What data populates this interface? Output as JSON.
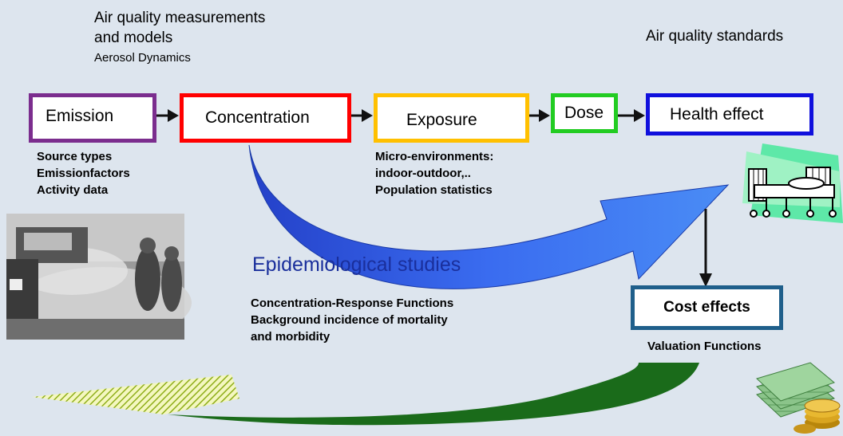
{
  "header": {
    "measurements_line1": "Air quality measurements",
    "measurements_line2": "and models",
    "aerosol": "Aerosol Dynamics",
    "standards": "Air quality standards"
  },
  "chain": {
    "emission": "Emission",
    "concentration": "Concentration",
    "exposure": "Exposure",
    "dose": "Dose",
    "health": "Health effect"
  },
  "notes": {
    "source_types": "Source types",
    "emission_factors": "Emissionfactors",
    "activity_data": "Activity data",
    "micro_env": "Micro-environments:",
    "indoor_outdoor": "indoor-outdoor,..",
    "population": "Population statistics"
  },
  "epi": {
    "title": "Epidemiological studies",
    "line1": "Concentration-Response Functions",
    "line2": "Background incidence of  mortality",
    "line3": "and morbidity"
  },
  "cost": {
    "label": "Cost effects",
    "valuation": "Valuation Functions"
  },
  "colors": {
    "background": "#dde5ee",
    "emission_border": "#7b2d8e",
    "concentration_border": "#ff0000",
    "exposure_border": "#ffc000",
    "dose_border": "#22cc22",
    "health_border": "#1010dd",
    "cost_border": "#1f5f8b",
    "epi_text": "#1a2f9c",
    "curve_blue": "#2f5fe0",
    "curve_green": "#1a6b1a"
  }
}
